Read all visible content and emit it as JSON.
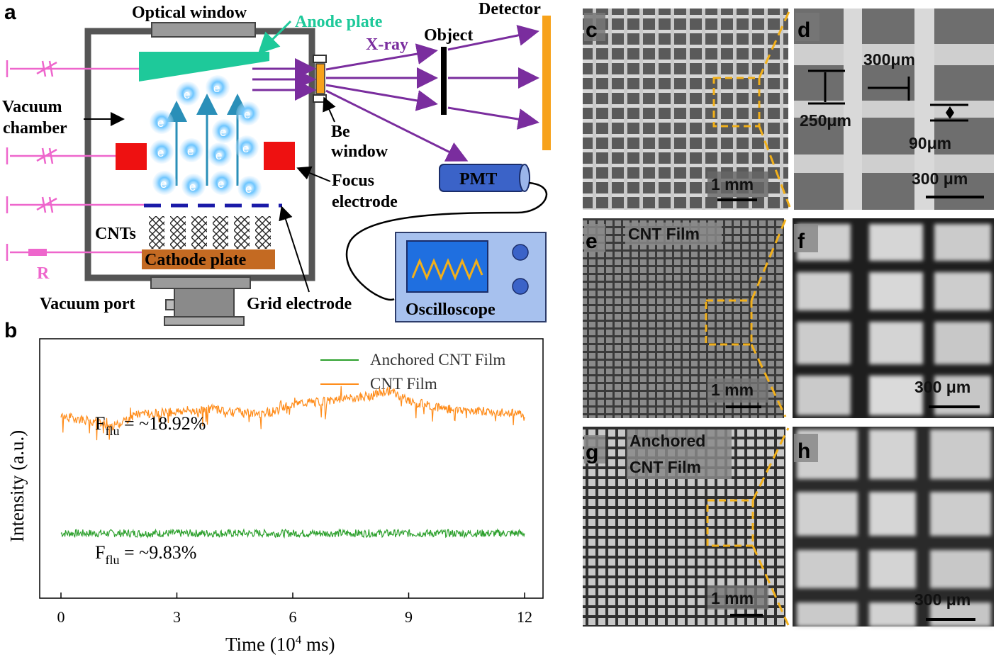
{
  "panels": {
    "a": "a",
    "b": "b",
    "c": "c",
    "d": "d",
    "e": "e",
    "f": "f",
    "g": "g",
    "h": "h"
  },
  "schematic": {
    "optical_window": "Optical window",
    "anode_plate": "Anode plate",
    "detector": "Detector",
    "object": "Object",
    "xray": "X-ray",
    "vacuum_chamber_1": "Vacuum",
    "vacuum_chamber_2": "chamber",
    "be_window_1": "Be",
    "be_window_2": "window",
    "focus_electrode_1": "Focus",
    "focus_electrode_2": "electrode",
    "pmt": "PMT",
    "cnts": "CNTs",
    "cathode_plate": "Cathode plate",
    "resistor": "R",
    "vacuum_port": "Vacuum port",
    "grid_electrode": "Grid electrode",
    "oscilloscope": "Oscilloscope",
    "electron": "e"
  },
  "images": {
    "c_scale": "1 mm",
    "d_dim_300": "300μm",
    "d_dim_250": "250μm",
    "d_dim_90": "90μm",
    "d_scale": "300 μm",
    "e_title": "CNT Film",
    "e_scale": "1 mm",
    "f_scale": "300 μm",
    "g_title_1": "Anchored",
    "g_title_2": "CNT Film",
    "g_scale": "1 mm",
    "h_scale": "300 μm"
  },
  "colors": {
    "anode": "#1ec99a",
    "xray_arrow": "#7a2d9e",
    "detector": "#f7a21b",
    "focus": "#ee1111",
    "grid": "#1a1aa8",
    "cathode": "#c46a22",
    "wire": "#ee66cc",
    "pmt": "#3b63c8",
    "osc_body": "#a7c1ee",
    "osc_screen": "#1f6fe0",
    "dash_box": "#f2b01a",
    "green_series": "#2ca02c",
    "orange_series": "#ff8c1a"
  },
  "chart_data": {
    "type": "line",
    "xlabel": "Time (10",
    "xlabel_sup": "4",
    "xlabel_tail": " ms)",
    "ylabel": "Intensity (a.u.)",
    "xlim": [
      0,
      12.5
    ],
    "xticks": [
      0,
      3,
      6,
      9,
      12
    ],
    "xtick_labels": [
      "0",
      "3",
      "6",
      "9",
      "12"
    ],
    "legend_position": "top-right",
    "series": [
      {
        "name": "Anchored CNT Film",
        "color": "#2ca02c",
        "x": [
          0,
          1,
          2,
          3,
          4,
          5,
          6,
          7,
          8,
          9,
          10,
          11,
          12
        ],
        "y": [
          0.25,
          0.25,
          0.25,
          0.25,
          0.25,
          0.25,
          0.25,
          0.25,
          0.25,
          0.25,
          0.25,
          0.25,
          0.25
        ],
        "fluctuation": "~9.83%"
      },
      {
        "name": "CNT Film",
        "color": "#ff8c1a",
        "x": [
          0,
          1,
          1.3,
          2,
          3,
          4,
          5,
          5.5,
          6,
          7,
          8,
          8.5,
          9,
          10,
          11,
          12
        ],
        "y": [
          0.7,
          0.68,
          0.66,
          0.71,
          0.72,
          0.73,
          0.71,
          0.72,
          0.75,
          0.76,
          0.78,
          0.8,
          0.76,
          0.73,
          0.72,
          0.71
        ],
        "fluctuation": "~18.92%"
      }
    ],
    "annotations": [
      {
        "prefix": "F",
        "sub": "flu",
        "text": " = ~18.92%"
      },
      {
        "prefix": "F",
        "sub": "flu",
        "text": " = ~9.83%"
      }
    ]
  }
}
